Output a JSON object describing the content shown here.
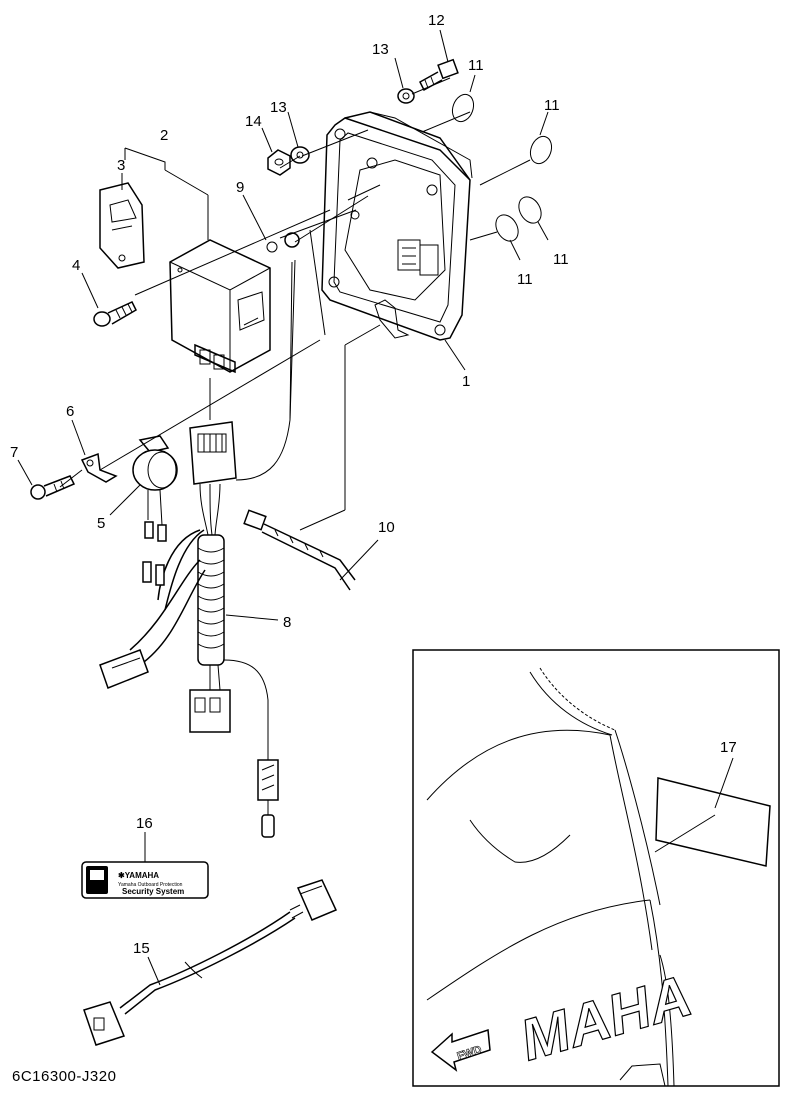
{
  "diagram_code": "6C16300-J320",
  "callouts": [
    "1",
    "2",
    "3",
    "4",
    "5",
    "6",
    "7",
    "8",
    "9",
    "10",
    "11",
    "12",
    "13",
    "14",
    "15",
    "16",
    "17"
  ],
  "decal": {
    "brand": "✱YAMAHA",
    "fine_print": "Yamaha Outboard Protection",
    "title": "Security System"
  },
  "cowling": {
    "logo_text": "MAHA",
    "arrow_text": "FWD"
  }
}
